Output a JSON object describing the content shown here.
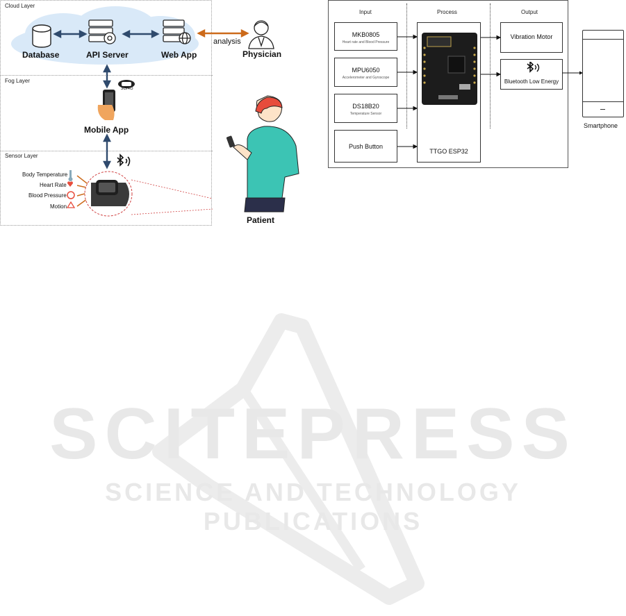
{
  "watermark": {
    "title": "SCITEPRESS",
    "subtitle": "SCIENCE AND TECHNOLOGY PUBLICATIONS"
  },
  "architecture": {
    "layers": {
      "cloud": "Cloud Layer",
      "fog": "Fog Layer",
      "sensor": "Sensor Layer"
    },
    "nodes": {
      "database": "Database",
      "api_server": "API Server",
      "web_app": "Web App",
      "physician": "Physician",
      "mobile_app": "Mobile App",
      "patient": "Patient"
    },
    "edge_label": "analysis",
    "network_badge": "3G/4G",
    "sensors": [
      "Body Temperature",
      "Heart Rate",
      "Blood Pressure",
      "Motion"
    ],
    "colors": {
      "cloud": "#d9e9f8",
      "arrow_dark": "#2f4a6d",
      "arrow_orange": "#cc6a1a",
      "patient_shirt": "#3cc4b4",
      "patient_hair": "#e74c3c",
      "zoom_circle": "#d04040"
    }
  },
  "block_diagram": {
    "columns": [
      "Input",
      "Process",
      "Output"
    ],
    "inputs": [
      {
        "name": "MKB0805",
        "desc": "Heart rate and Blood Pressure"
      },
      {
        "name": "MPU6050",
        "desc": "Accelerometer and Gyroscope"
      },
      {
        "name": "DS18B20",
        "desc": "Temperature Sensor"
      },
      {
        "name": "Push Button",
        "desc": ""
      }
    ],
    "process": {
      "name": "TTGO ESP32"
    },
    "outputs": [
      {
        "name": "Vibration Motor"
      },
      {
        "name": "Bluetooth Low Energy"
      }
    ],
    "external": "Smartphone"
  }
}
